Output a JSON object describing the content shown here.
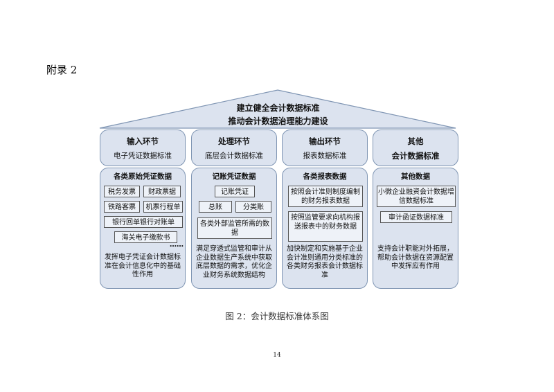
{
  "appendix_label": "附录 2",
  "roof": {
    "line1": "建立健全会计数据标准",
    "line2": "推动会计数据治理能力建设"
  },
  "columns": [
    {
      "top_title": "输入环节",
      "top_sub": "电子凭证数据标准",
      "heading": "各类原始凭证数据",
      "items": [
        "税务发票",
        "财政票据",
        "铁路客票",
        "机票行程单",
        "银行回单银行对账单",
        "海关电子缴款书"
      ],
      "ellipsis": "……",
      "description": "发挥电子凭证会计数据标准在会计信息化中的基础性作用"
    },
    {
      "top_title": "处理环节",
      "top_sub": "底层会计数据标准",
      "heading": "记账凭证数据",
      "items": [
        "记账凭证",
        "总账",
        "分类账",
        "各类外部监管所需的数据"
      ],
      "description": "满足穿透式监管和审计从企业数据生产系统中获取底层数据的需求，优化企业财务系统数据结构"
    },
    {
      "top_title": "输出环节",
      "top_sub": "报表数据标准",
      "heading": "各类报表数据",
      "items": [
        "按照会计准则制度编制的财务报表数据",
        "按照监管要求向机构报送报表中的财务数据"
      ],
      "description": "加快制定和实施基于企业会计准则通用分类标准的各类财务报表会计数据标准"
    },
    {
      "top_title": "其他",
      "top_sub": "会计数据标准",
      "heading": "其他数据",
      "items": [
        "小微企业融资会计数据增信数据标准",
        "审计函证数据标准"
      ],
      "description": "支持会计职能对外拓展，帮助会计数据在资源配置中发挥应有作用"
    }
  ],
  "caption": "图 2：会计数据标准体系图",
  "page_number": "14"
}
